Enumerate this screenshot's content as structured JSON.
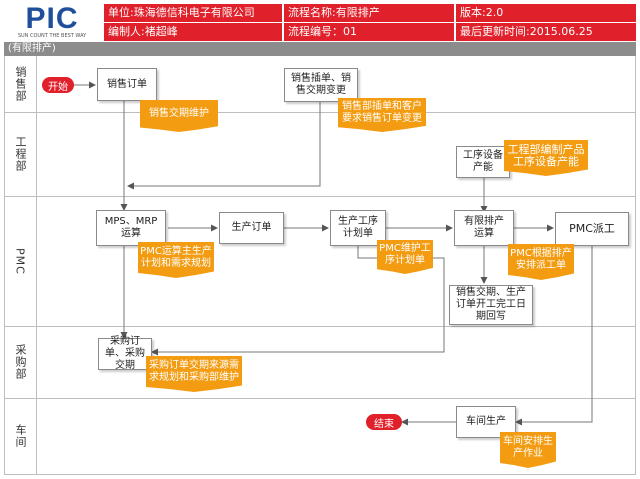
{
  "logo": {
    "text": "PIC",
    "subtitle": "SUN COUNT THE BEST WAY"
  },
  "header": {
    "company": "单位:珠海德信科电子有限公司",
    "flow_name": "流程名称:有限排产",
    "version": "版本:2.0",
    "author": "编制人:褚超峰",
    "flow_no": "流程编号：01",
    "updated": "最后更新时间:2015.06.25"
  },
  "banner": "(有限排产)",
  "lanes": [
    "销售部",
    "工程部",
    "PMC",
    "采购部",
    "车间"
  ],
  "terminals": {
    "start": "开始",
    "end": "结束"
  },
  "boxes": {
    "sales_order": "销售订单",
    "sales_change": "销售插单、销售交期变更",
    "process_capacity": "工序设备产能",
    "mps_mrp": "MPS、MRP运算",
    "production_order": "生产订单",
    "process_plan": "生产工序计划单",
    "finite_schedule": "有限排产运算",
    "pmc_dispatch": "PMC派工",
    "delivery_writeback": "销售交期、生产订单开工完工日期回写",
    "purchase": "采购订单、采购交期",
    "workshop": "车间生产"
  },
  "notes": {
    "sales_maintain": "销售交期维护",
    "sales_change_note": "销售部插单和客户要求销售订单变更",
    "engineering": "工程部编制产品工序设备产能",
    "pmc_mps": "PMC运算主生产计划和需求规划",
    "pmc_plan": "PMC维护工序计划单",
    "pmc_dispatch_note": "PMC根据排产安排派工单",
    "purchase_note": "采购订单交期来源需求规划和采购部维护",
    "workshop_note": "车间安排生产作业"
  },
  "colors": {
    "header_red": "#e0202a",
    "note_orange": "#f39c12",
    "logo_blue": "#1f4e9b"
  }
}
